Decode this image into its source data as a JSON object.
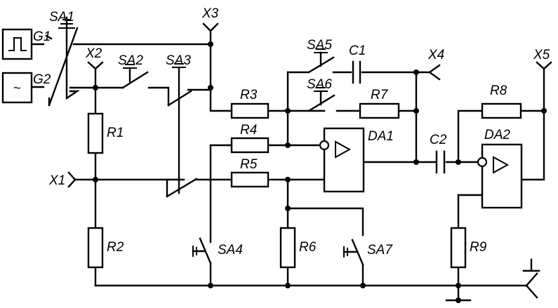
{
  "diagram": {
    "type": "circuit-schematic",
    "generators": [
      {
        "id": "g1",
        "label": "G1",
        "symbol": "square-pulse-icon"
      },
      {
        "id": "g2",
        "label": "G2",
        "symbol": "sine-wave-icon",
        "glyph": "~"
      }
    ],
    "switches": [
      "SA1",
      "SA2",
      "SA3",
      "SA4",
      "SA5",
      "SA6",
      "SA7"
    ],
    "resistors": [
      "R1",
      "R2",
      "R3",
      "R4",
      "R5",
      "R6",
      "R7",
      "R8",
      "R9"
    ],
    "capacitors": [
      "C1",
      "C2"
    ],
    "amplifiers": [
      "DA1",
      "DA2"
    ],
    "terminals": [
      "X1",
      "X2",
      "X3",
      "X4",
      "X5"
    ]
  }
}
